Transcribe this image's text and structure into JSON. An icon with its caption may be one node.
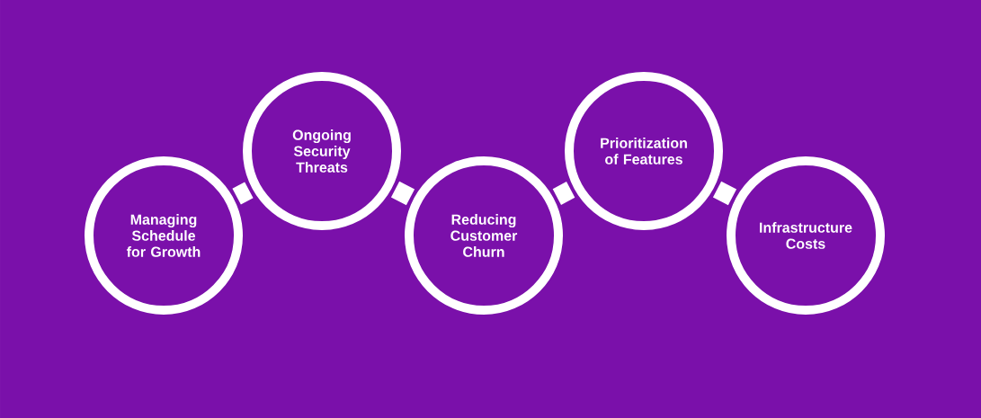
{
  "diagram": {
    "nodes": [
      {
        "text": [
          "Managing Schedule for Growth"
        ]
      },
      {
        "text": [
          "Ongoing Security Threats"
        ]
      },
      {
        "text": [
          "Reducing Customer Churn"
        ]
      },
      {
        "text": [
          "Prioritization of Features"
        ]
      },
      {
        "text": [
          "Infrastructure Costs"
        ]
      }
    ],
    "edges": [
      {
        "from": 0,
        "to": 1,
        "arrow": "none"
      },
      {
        "from": 1,
        "to": 2,
        "arrow": "none"
      },
      {
        "from": 2,
        "to": 3,
        "arrow": "none"
      },
      {
        "from": 3,
        "to": 4,
        "arrow": "none"
      }
    ]
  }
}
